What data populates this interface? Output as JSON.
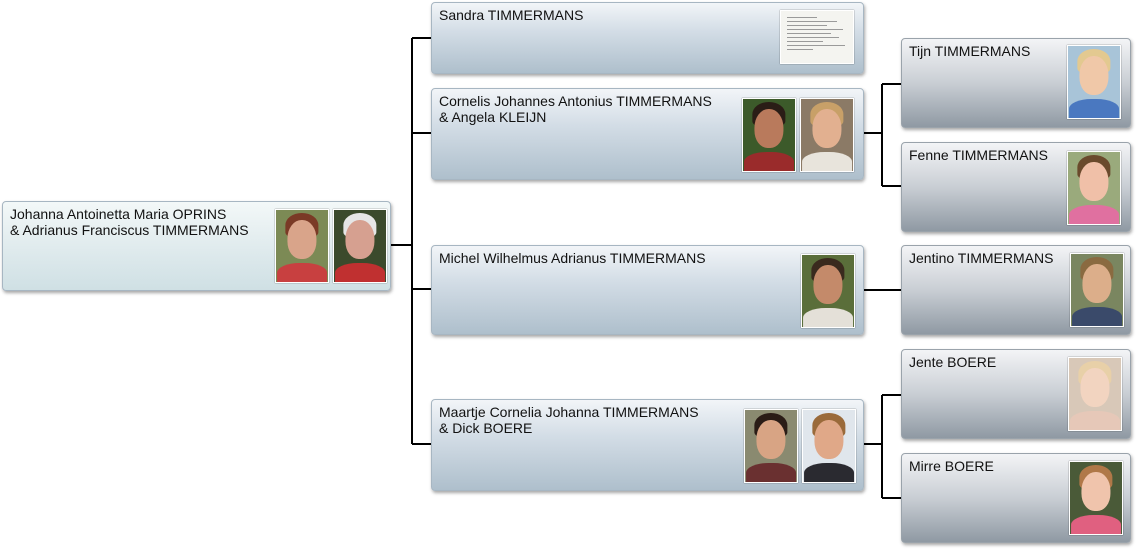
{
  "root": {
    "lines": [
      "Johanna Antoinetta Maria OPRINS",
      "& Adrianus Franciscus TIMMERMANS"
    ],
    "photos": [
      {
        "icon": "portrait-woman-icon",
        "skin": "#d9a48a",
        "hair": "#7a3a26",
        "body": "#c84040",
        "bg": "#7c8a55"
      },
      {
        "icon": "portrait-man-icon",
        "skin": "#d6a090",
        "hair": "#e6e6e6",
        "body": "#c03030",
        "bg": "#3b4a2c"
      }
    ]
  },
  "children": [
    {
      "lines": [
        "Sandra TIMMERMANS"
      ],
      "document": {
        "icon": "document-scan-icon"
      }
    },
    {
      "lines": [
        "Cornelis Johannes Antonius TIMMERMANS",
        "& Angela KLEIJN"
      ],
      "photos": [
        {
          "icon": "portrait-man-icon",
          "skin": "#b97a5c",
          "hair": "#2a1d16",
          "body": "#9a2b2b",
          "bg": "#3c5a2a"
        },
        {
          "icon": "portrait-woman-icon",
          "skin": "#e2b090",
          "hair": "#c8a068",
          "body": "#e8e4dc",
          "bg": "#8b7a66"
        }
      ],
      "children": [
        {
          "lines": [
            "Tijn TIMMERMANS"
          ],
          "photo": {
            "icon": "portrait-boy-icon",
            "skin": "#f0c8a8",
            "hair": "#e3c990",
            "body": "#4a78c0",
            "bg": "#a8c4d8"
          }
        },
        {
          "lines": [
            "Fenne TIMMERMANS"
          ],
          "photo": {
            "icon": "portrait-girl-icon",
            "skin": "#f0c0a8",
            "hair": "#6a4a2c",
            "body": "#e070a0",
            "bg": "#9aaa7c"
          }
        }
      ]
    },
    {
      "lines": [
        "Michel Wilhelmus Adrianus TIMMERMANS"
      ],
      "photos": [
        {
          "icon": "portrait-man-icon",
          "skin": "#c48a6a",
          "hair": "#3a2a1e",
          "body": "#e4e0d8",
          "bg": "#5a6e3a"
        }
      ],
      "children": [
        {
          "lines": [
            "Jentino TIMMERMANS"
          ],
          "photo": {
            "icon": "portrait-boy-icon",
            "skin": "#dcae8a",
            "hair": "#8a6a40",
            "body": "#3a4a6a",
            "bg": "#7a8660"
          }
        }
      ]
    },
    {
      "lines": [
        "Maartje Cornelia Johanna TIMMERMANS",
        "& Dick BOERE"
      ],
      "photos": [
        {
          "icon": "portrait-woman-icon",
          "skin": "#d8a484",
          "hair": "#2a1c16",
          "body": "#6a3030",
          "bg": "#8a8a70"
        },
        {
          "icon": "portrait-man-icon",
          "skin": "#e0a888",
          "hair": "#9a6a3a",
          "body": "#2a2a30",
          "bg": "#e0e6ec"
        }
      ],
      "children": [
        {
          "lines": [
            "Jente BOERE"
          ],
          "photo": {
            "icon": "portrait-girl-icon",
            "skin": "#f2d4c0",
            "hair": "#e8d0a8",
            "body": "#e6c8b8",
            "bg": "#d8c8b8"
          }
        },
        {
          "lines": [
            "Mirre BOERE"
          ],
          "photo": {
            "icon": "portrait-girl-icon",
            "skin": "#f0c4ac",
            "hair": "#b07848",
            "body": "#e06080",
            "bg": "#4a5a38"
          }
        }
      ]
    }
  ]
}
